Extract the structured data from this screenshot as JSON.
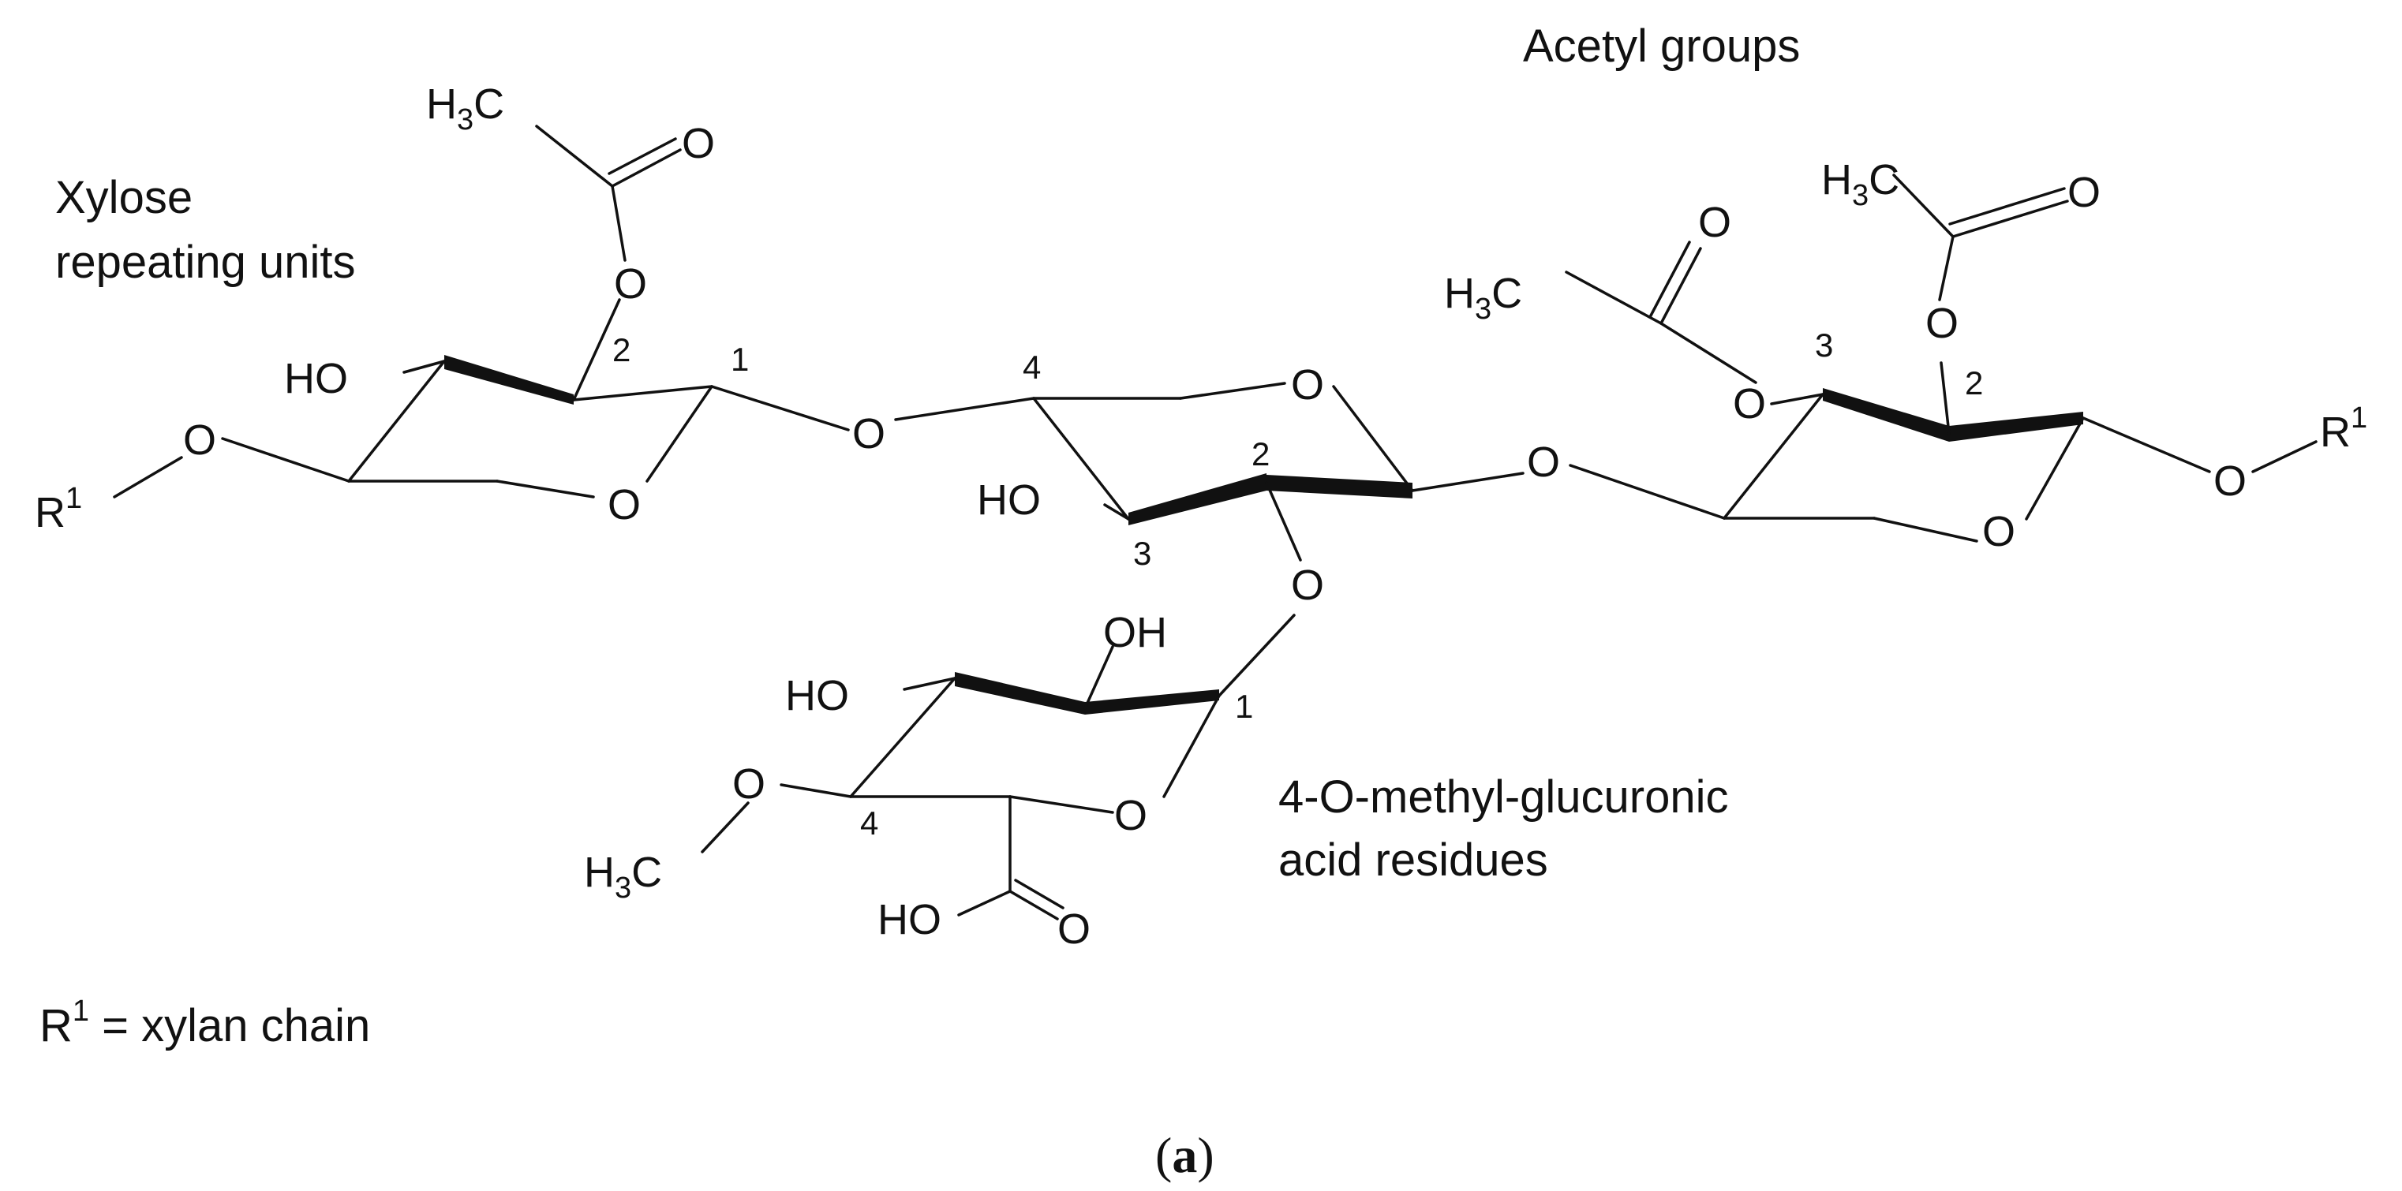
{
  "labels": {
    "xylose": "Xylose repeating units",
    "acetyl": "Acetyl groups",
    "glucuronic": "4-O-methyl-glucuronic acid residues",
    "r1_def": "R",
    "r1_def_sup": "1",
    "r1_def_rest": " = xylan chain",
    "caption_open": "(",
    "caption_letter": "a",
    "caption_close": ")"
  },
  "atoms": {
    "O": "O",
    "HO": "HO",
    "OH": "OH",
    "H": "H",
    "C": "C",
    "R": "R",
    "sub3": "3",
    "sup1": "1"
  },
  "numbers": {
    "one": "1",
    "two": "2",
    "three": "3",
    "four": "4"
  }
}
